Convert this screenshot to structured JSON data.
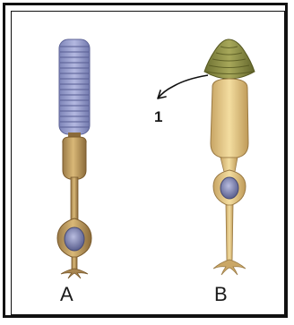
{
  "labels": {
    "cell_a": "A",
    "cell_b": "B",
    "pointer": "1"
  }
}
